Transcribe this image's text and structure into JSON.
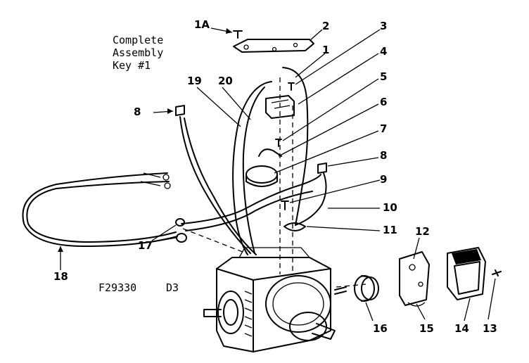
{
  "diagram": {
    "assembly_note": [
      "Complete",
      "Assembly",
      "Key #1"
    ],
    "drawing_code": "F29330",
    "revision": "D3",
    "callouts": [
      "1A",
      "2",
      "3",
      "1",
      "4",
      "5",
      "6",
      "7",
      "8",
      "9",
      "10",
      "11",
      "12",
      "19",
      "20",
      "8",
      "17",
      "18",
      "16",
      "15",
      "14",
      "13"
    ]
  }
}
